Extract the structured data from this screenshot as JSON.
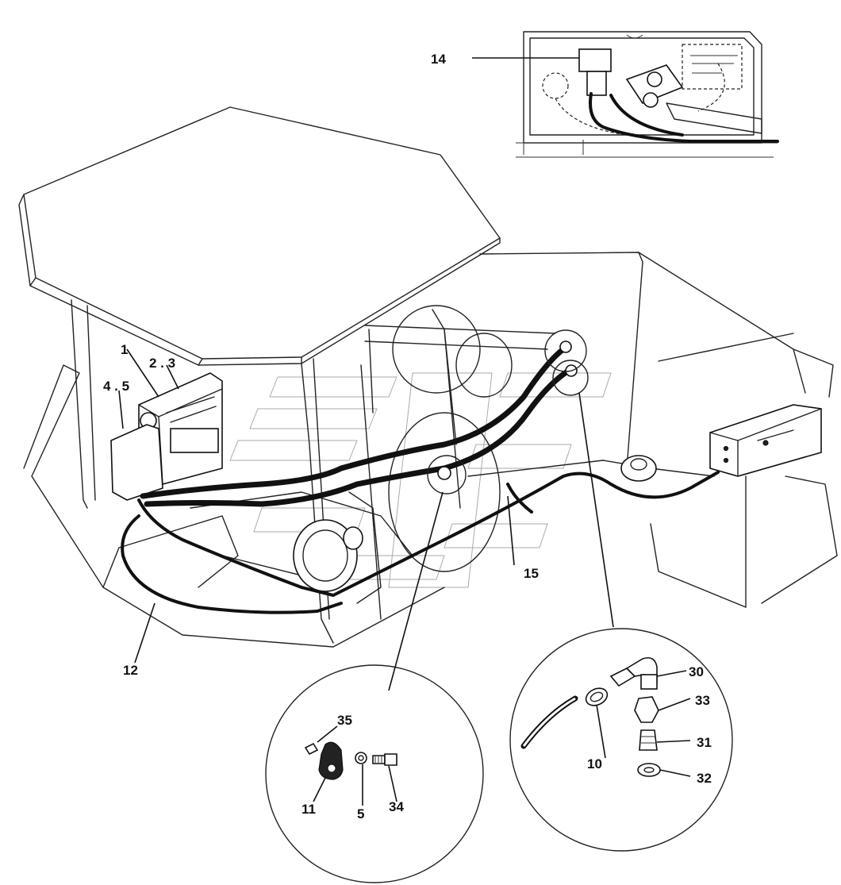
{
  "labels": {
    "p1": "1",
    "p23": "2 . 3",
    "p45": "4 . 5",
    "p14": "14",
    "p15": "15",
    "p12": "12",
    "p35": "35",
    "p11": "11",
    "p5": "5",
    "p34": "34",
    "p10": "10",
    "p30": "30",
    "p33": "33",
    "p31": "31",
    "p32": "32"
  }
}
